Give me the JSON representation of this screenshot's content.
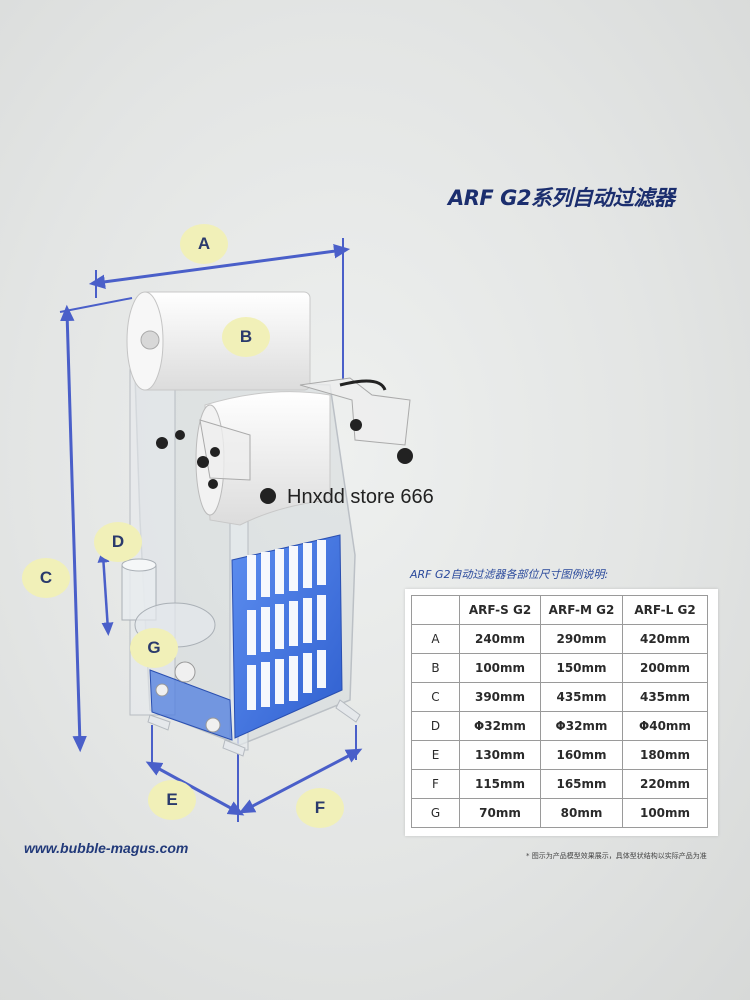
{
  "title": "ARF G2系列自动过滤器",
  "watermark": "Hnxdd store 666",
  "labels": {
    "A": "A",
    "B": "B",
    "C": "C",
    "D": "D",
    "E": "E",
    "F": "F",
    "G": "G"
  },
  "table": {
    "caption": "ARF G2自动过滤器各部位尺寸图例说明:",
    "headers": [
      "",
      "ARF-S G2",
      "ARF-M G2",
      "ARF-L G2"
    ],
    "rows": [
      [
        "A",
        "240mm",
        "290mm",
        "420mm"
      ],
      [
        "B",
        "100mm",
        "150mm",
        "200mm"
      ],
      [
        "C",
        "390mm",
        "435mm",
        "435mm"
      ],
      [
        "D",
        "Φ32mm",
        "Φ32mm",
        "Φ40mm"
      ],
      [
        "E",
        "130mm",
        "160mm",
        "180mm"
      ],
      [
        "F",
        "115mm",
        "165mm",
        "220mm"
      ],
      [
        "G",
        "70mm",
        "80mm",
        "100mm"
      ]
    ]
  },
  "url": "www.bubble-magus.com",
  "footnote": "* 图示为产品模型效果展示，具体型状结构以实际产品为准",
  "colors": {
    "accent": "#1b2e6e",
    "dimension_line": "#4a5fc9",
    "label_bubble": "#f1f0b8",
    "filter_panel": "#3f6ed8"
  }
}
